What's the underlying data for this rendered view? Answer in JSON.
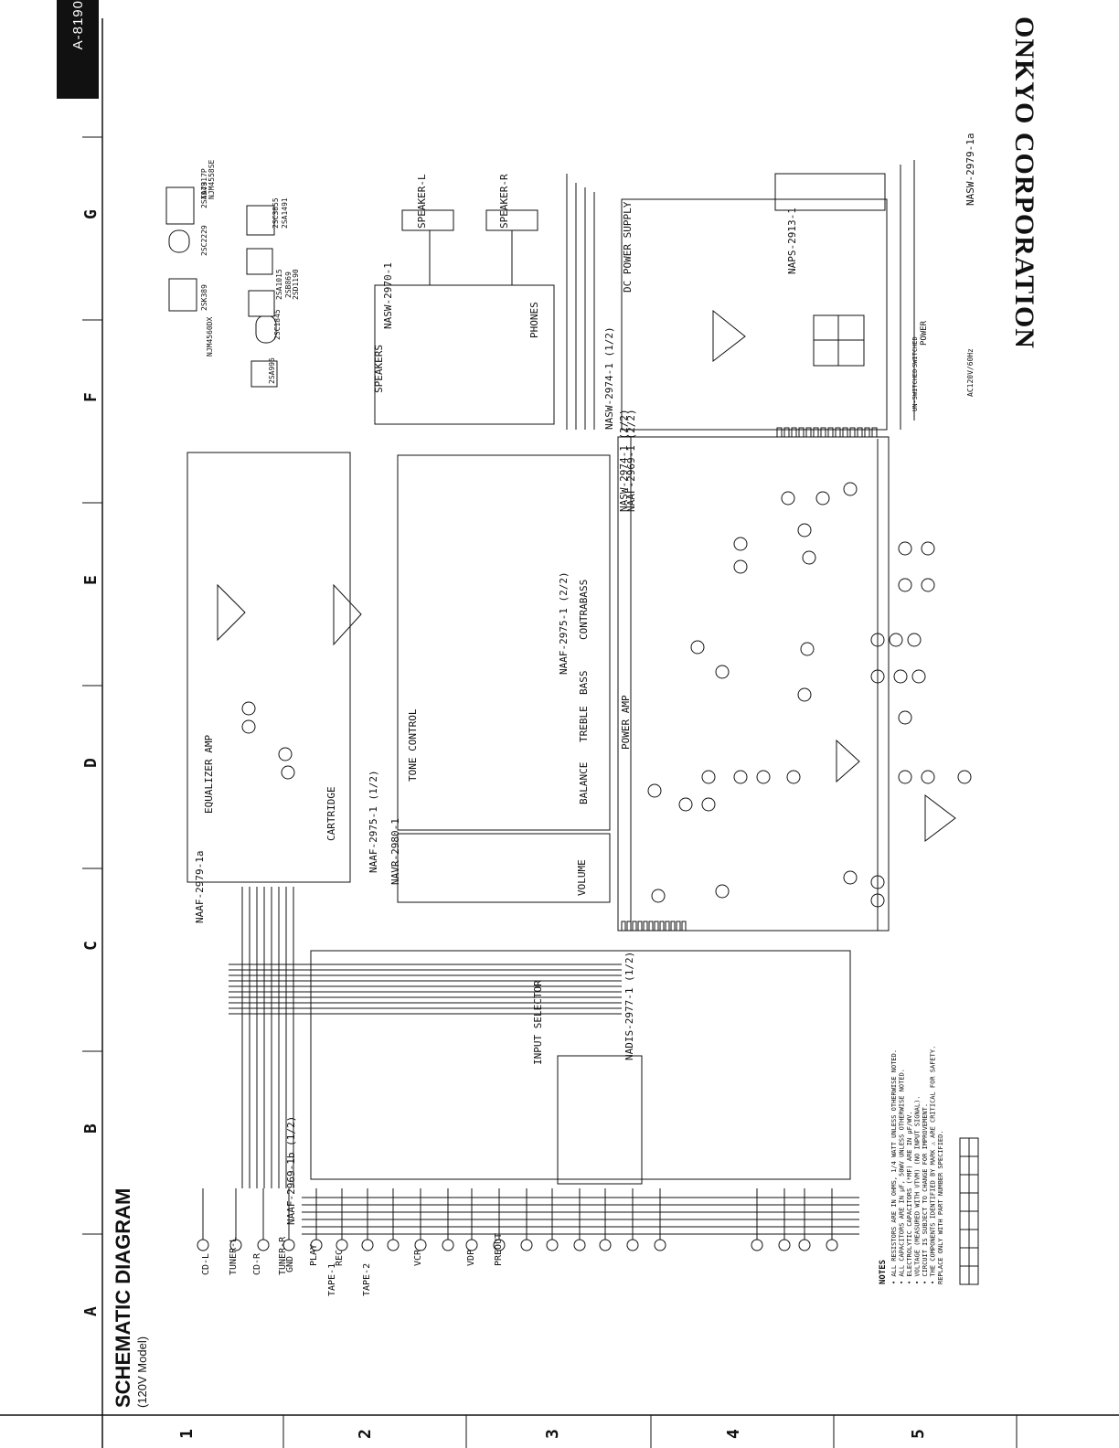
{
  "header": {
    "model": "A-8190",
    "brand": "ONKYO CORPORATION",
    "title": "SCHEMATIC DIAGRAM",
    "subtitle": "(120V Model)"
  },
  "grid": {
    "columns": [
      "A",
      "B",
      "C",
      "D",
      "E",
      "F",
      "G"
    ],
    "rows": [
      "1",
      "2",
      "3",
      "4",
      "5"
    ]
  },
  "section_labels": [
    "EQUALIZER AMP",
    "TONE CONTROL",
    "POWER AMP",
    "DC POWER SUPPLY",
    "INPUT SELECTOR",
    "SPEAKERS",
    "SPEAKER-L",
    "SPEAKER-R",
    "PHONES",
    "VOLUME",
    "BALANCE",
    "TREBLE",
    "BASS",
    "CONTRABASS",
    "CARTRIDGE"
  ],
  "board_labels": [
    "NAAF-2979-1a",
    "NAAF-2969-1b (1/2)",
    "NAAF-2975-1 (1/2)",
    "NAAF-2975-1 (2/2)",
    "NAAF-2969-1 (2/2)",
    "NAVR-2980-1",
    "NASW-2970-1",
    "NASW-2974-1 (2/2)",
    "NASW-2974-1 (1/2)",
    "NADIS-2977-1 (1/2)",
    "NAPS-2913-1",
    "NASW-2979-1a"
  ],
  "input_terminals": [
    "CD-L",
    "TUNER-L",
    "CD-R",
    "TUNER-R",
    "GND",
    "PLAY",
    "REC",
    "TAPE-1",
    "TAPE-2",
    "VCR",
    "VDP",
    "PREOUT"
  ],
  "components_top": [
    "NJM4560DX",
    "2SA995",
    "2SC1845",
    "2SK389",
    "2SC2229",
    "2SA949",
    "2SA1015",
    "2SB869",
    "2SD1190",
    "TA7317P",
    "NJM4558SE",
    "2SC3855",
    "2SA1491"
  ],
  "notes": {
    "heading": "NOTES",
    "lines": [
      "• ALL RESISTORS ARE IN OHMS, 1/4 WATT UNLESS OTHERWISE NOTED.",
      "• ALL CAPACITORS ARE IN µF, 50WV UNLESS OTHERWISE NOTED.",
      "• ELECTROLYTIC CAPACITORS (*MF) ARE IN µF/WV.",
      "• VOLTAGE (MEASURED WITH VTVM) (NO INPUT SIGNAL).",
      "• CIRCUIT IS SUBJECT TO CHANGE FOR IMPROVEMENT.",
      "• THE COMPONENTS IDENTIFIED BY MARK ⚠ ARE CRITICAL FOR SAFETY.",
      "  REPLACE ONLY WITH PART NUMBER SPECIFIED."
    ]
  },
  "power": {
    "label": "POWER",
    "ac": "AC120V/60Hz",
    "outlets": [
      "SWITCHED",
      "UN-SWITCHED"
    ]
  },
  "colors": {
    "ink": "#111111",
    "paper": "#ffffff"
  }
}
